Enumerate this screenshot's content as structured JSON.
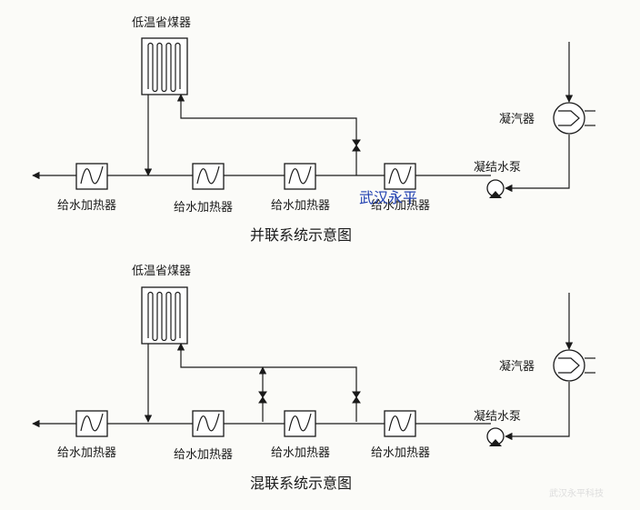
{
  "diagrams": [
    {
      "caption": "并联系统示意图",
      "economizer_label": "低温省煤器",
      "condenser_label": "凝汽器",
      "pump_label": "凝结水泵",
      "heater_labels": [
        "给水加热器",
        "给水加热器",
        "给水加热器",
        "给水加热器"
      ]
    },
    {
      "caption": "混联系统示意图",
      "economizer_label": "低温省煤器",
      "condenser_label": "凝汽器",
      "pump_label": "凝结水泵",
      "heater_labels": [
        "给水加热器",
        "给水加热器",
        "给水加热器",
        "给水加热器"
      ]
    }
  ],
  "watermark": "武汉永平",
  "watermark_corner": "武汉永平科技"
}
